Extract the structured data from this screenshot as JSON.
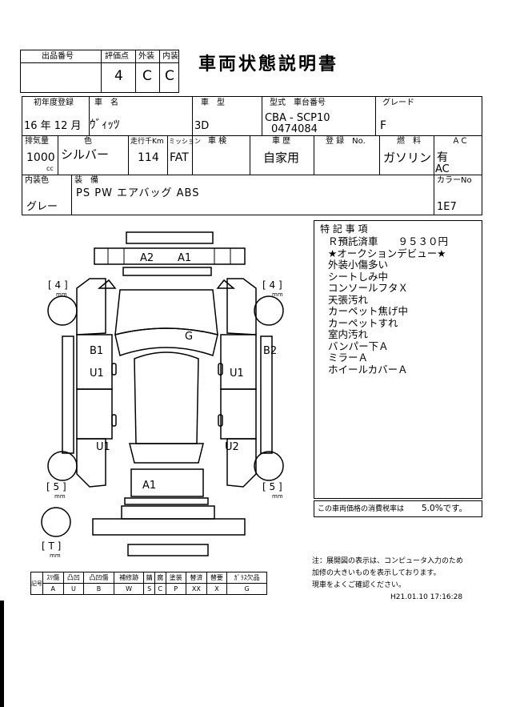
{
  "header": {
    "lot_label": "出品番号",
    "score_label": "評価点",
    "exterior_label": "外装",
    "interior_label": "内装",
    "score": "4",
    "exterior": "C",
    "interior": "C",
    "title": "車両状態説明書"
  },
  "row1": {
    "reg_label": "初年度登録",
    "name_label": "車　名",
    "model_label": "車　型",
    "type_label": "型式　車台番号",
    "grade_label": "グレード",
    "reg": "16 年 12 月",
    "name": "ｳﾞｨｯﾂ",
    "model": "3D",
    "type_code": "CBA - SCP10",
    "chassis": "0474084",
    "grade": "F"
  },
  "row2": {
    "disp_label": "排気量",
    "color_label": "色",
    "mileage_label": "走行千Km",
    "mission_label": "ミッション",
    "inspection_label": "車 検",
    "usage_label": "車 歴",
    "regno_label": "登 録　No.",
    "fuel_label": "燃　料",
    "ac_label": "ＡＣ",
    "displacement": "1000",
    "disp_unit": "cc",
    "color": "シルバー",
    "mileage": "114",
    "mission": "FAT",
    "usage": "自家用",
    "fuel": "ガソリン",
    "ac1": "有",
    "ac2": "AC"
  },
  "row3": {
    "interior_color_label": "内装色",
    "equipment_label": "装　備",
    "color_no_label": "カラーNo",
    "equipment": "PS  PW  エアバッグ  ABS",
    "interior_color": "グレー",
    "color_no": "1E7"
  },
  "notes": {
    "title": "特 記 事 項",
    "items": [
      "Ｒ預託済車　　９５３０円",
      "★オークションデビュー★",
      "外装小傷多い",
      "シートしみ中",
      "コンソールフタＸ",
      "天張汚れ",
      "カーペット焦げ中",
      "カーペットすれ",
      "室内汚れ",
      "バンパー下Ａ",
      "ミラーＡ",
      "ホイールカバーＡ"
    ]
  },
  "tax": {
    "label": "この車両価格の消費税率は",
    "value": "5.0%です。"
  },
  "diagram": {
    "marks": {
      "a2": "A2",
      "a1_top": "A1",
      "g": "G",
      "b1": "B1",
      "b2": "B2",
      "u1_left": "U1",
      "u1_right": "U1",
      "u1_rear": "U1",
      "u2_rear": "U2",
      "a1_rear": "A1"
    },
    "tread_front_left": "[ 4 ]",
    "tread_front_right": "[ 4 ]",
    "tread_rear_left": "[ 5 ]",
    "tread_rear_right": "[ 5 ]",
    "tread_spare": "[ T ]",
    "unit": "mm"
  },
  "legend": {
    "title": "記号",
    "headers": [
      "ｽﾘ傷",
      "凸凹",
      "凸凹傷",
      "補修跡",
      "錆",
      "腐",
      "塗装",
      "替済",
      "替要",
      "ｶﾞﾗｽ欠品"
    ],
    "codes": [
      "A",
      "U",
      "B",
      "W",
      "S",
      "C",
      "P",
      "XX",
      "X",
      "G"
    ]
  },
  "footer_note": {
    "line1": "注：展開図の表示は、コンピュータ入力のため",
    "line2": "加修の大きいものを表示しております。",
    "line3": "現車をよくご確認ください。"
  },
  "timestamp": "H21.01.10 17:16:28"
}
